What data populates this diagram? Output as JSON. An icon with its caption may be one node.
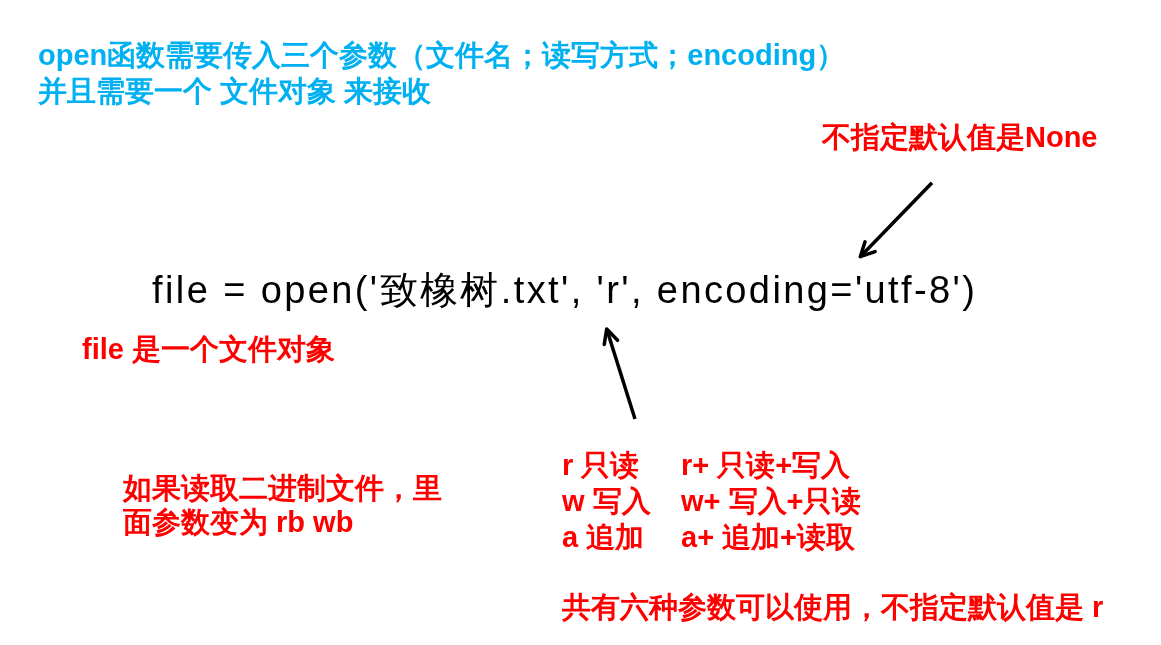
{
  "diagram": {
    "nodes": [
      {
        "text": [
          "不指定默认值是None"
        ]
      },
      {
        "text": [
          "file = open('致橡树.txt', 'r', encoding='utf-8')"
        ]
      },
      {
        "text": [
          "r 只读",
          "r+ 只读+写入",
          "w 写入",
          "w+ 写入+只读",
          "a 追加",
          "a+ 追加+读取"
        ]
      }
    ],
    "edges": [
      {
        "from": 0,
        "to": 1,
        "arrow": "to"
      },
      {
        "from": 2,
        "to": 1,
        "arrow": "to"
      }
    ],
    "labels": [
      "open函数需要传入三个参数（文件名；读写方式；encoding）",
      "并且需要一个 文件对象 来接收",
      "file 是一个文件对象",
      "如果读取二进制文件，里面参数变为 rb wb",
      "共有六种参数可以使用，不指定默认值是 r"
    ]
  }
}
